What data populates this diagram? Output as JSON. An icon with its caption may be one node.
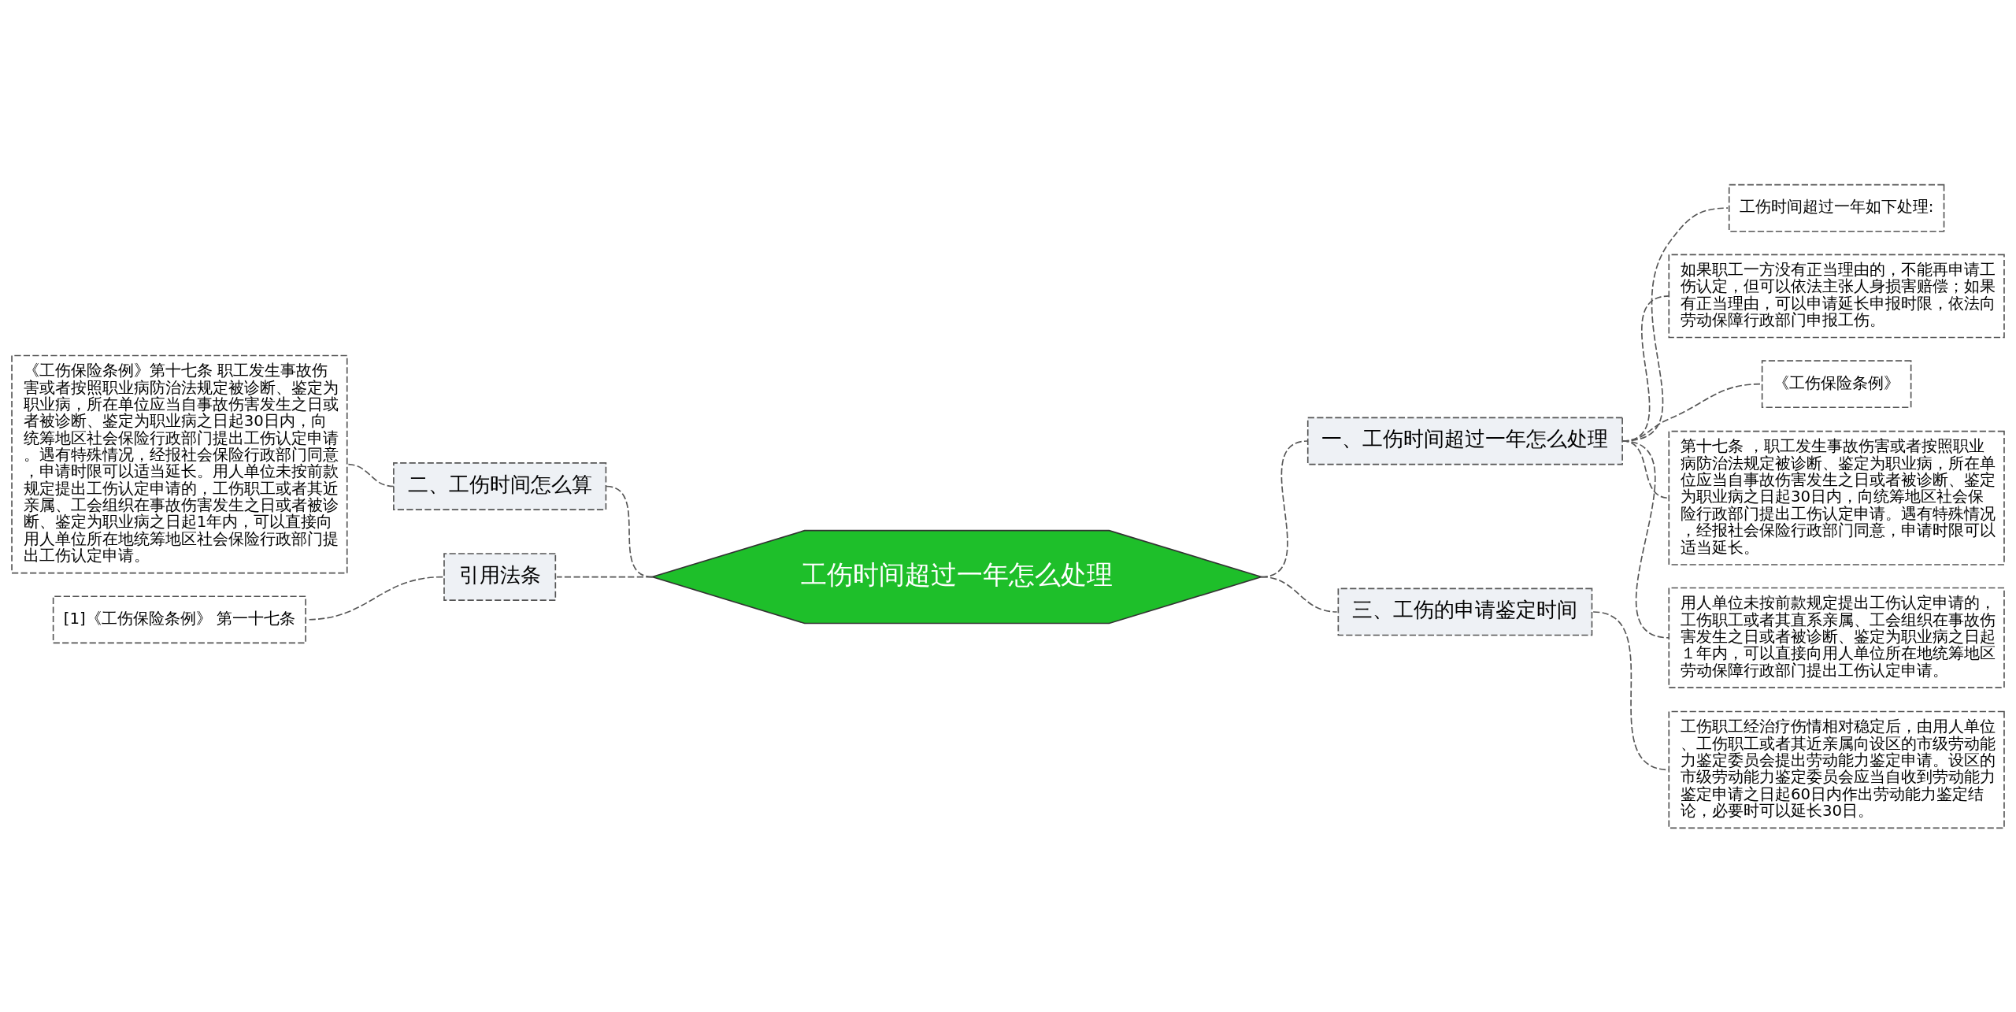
{
  "diagram": {
    "nodes": [
      {
        "text": [
          "工伤时间超过一年怎么处理"
        ]
      },
      {
        "text": [
          "一、工伤时间超过一年怎么处理"
        ]
      },
      {
        "text": [
          "工伤时间超过一年如下处理:"
        ]
      },
      {
        "text": [
          "如果职工一方没有正当理由的，不能再申请工伤认定，但可以依法主张人身损害赔偿；如果有正当理由，可以申请延长申报时限，依法向劳动保障行政部门申报工伤。"
        ]
      },
      {
        "text": [
          "《工伤保险条例》"
        ]
      },
      {
        "text": [
          "第十七条 ，职工发生事故伤害或者按照职业病防治法规定被诊断、鉴定为职业病，所在单位应当自事故伤害发生之日或者被诊断、鉴定为职业病之日起30日内，向统筹地区社会保险行政部门提出工伤认定申请。遇有特殊情况，经报社会保险行政部门同意，申请时限可以适当延长。"
        ]
      },
      {
        "text": [
          "用人单位未按前款规定提出工伤认定申请的，工伤职工或者其直系亲属、工会组织在事故伤害发生之日或者被诊断、鉴定为职业病之日起１年内，可以直接向用人单位所在地统筹地区劳动保障行政部门提出工伤认定申请。"
        ]
      },
      {
        "text": [
          "三、工伤的申请鉴定时间"
        ]
      },
      {
        "text": [
          "工伤职工经治疗伤情相对稳定后，由用人单位、工伤职工或者其近亲属向设区的市级劳动能力鉴定委员会提出劳动能力鉴定申请。设区的市级劳动能力鉴定委员会应当自收到劳动能力鉴定申请之日起60日内作出劳动能力鉴定结论，必要时可以延长30日。"
        ]
      },
      {
        "text": [
          "二、工伤时间怎么算"
        ]
      },
      {
        "text": [
          "《工伤保险条例》第十七条 职工发生事故伤害或者按照职业病防治法规定被诊断、鉴定为职业病，所在单位应当自事故伤害发生之日或者被诊断、鉴定为职业病之日起30日内，向统筹地区社会保险行政部门提出工伤认定申请。遇有特殊情况，经报社会保险行政部门同意，申请时限可以适当延长。用人单位未按前款规定提出工伤认定申请的，工伤职工或者其近亲属、工会组织在事故伤害发生之日或者被诊断、鉴定为职业病之日起1年内，可以直接向用人单位所在地统筹地区社会保险行政部门提出工伤认定申请。"
        ]
      },
      {
        "text": [
          "引用法条"
        ]
      },
      {
        "text": [
          "[1]《工伤保险条例》 第一十七条"
        ]
      }
    ],
    "edges": [
      {
        "from": 0,
        "to": 1,
        "arrow": "none",
        "style": "dashed"
      },
      {
        "from": 1,
        "to": 2,
        "arrow": "none",
        "style": "dashed"
      },
      {
        "from": 1,
        "to": 3,
        "arrow": "none",
        "style": "dashed"
      },
      {
        "from": 1,
        "to": 4,
        "arrow": "none",
        "style": "dashed"
      },
      {
        "from": 1,
        "to": 5,
        "arrow": "none",
        "style": "dashed"
      },
      {
        "from": 1,
        "to": 6,
        "arrow": "none",
        "style": "dashed"
      },
      {
        "from": 0,
        "to": 7,
        "arrow": "none",
        "style": "dashed"
      },
      {
        "from": 7,
        "to": 8,
        "arrow": "none",
        "style": "dashed"
      },
      {
        "from": 0,
        "to": 9,
        "arrow": "none",
        "style": "dashed"
      },
      {
        "from": 9,
        "to": 10,
        "arrow": "none",
        "style": "dashed"
      },
      {
        "from": 0,
        "to": 11,
        "arrow": "none",
        "style": "dashed"
      },
      {
        "from": 11,
        "to": 12,
        "arrow": "none",
        "style": "dashed"
      }
    ]
  }
}
